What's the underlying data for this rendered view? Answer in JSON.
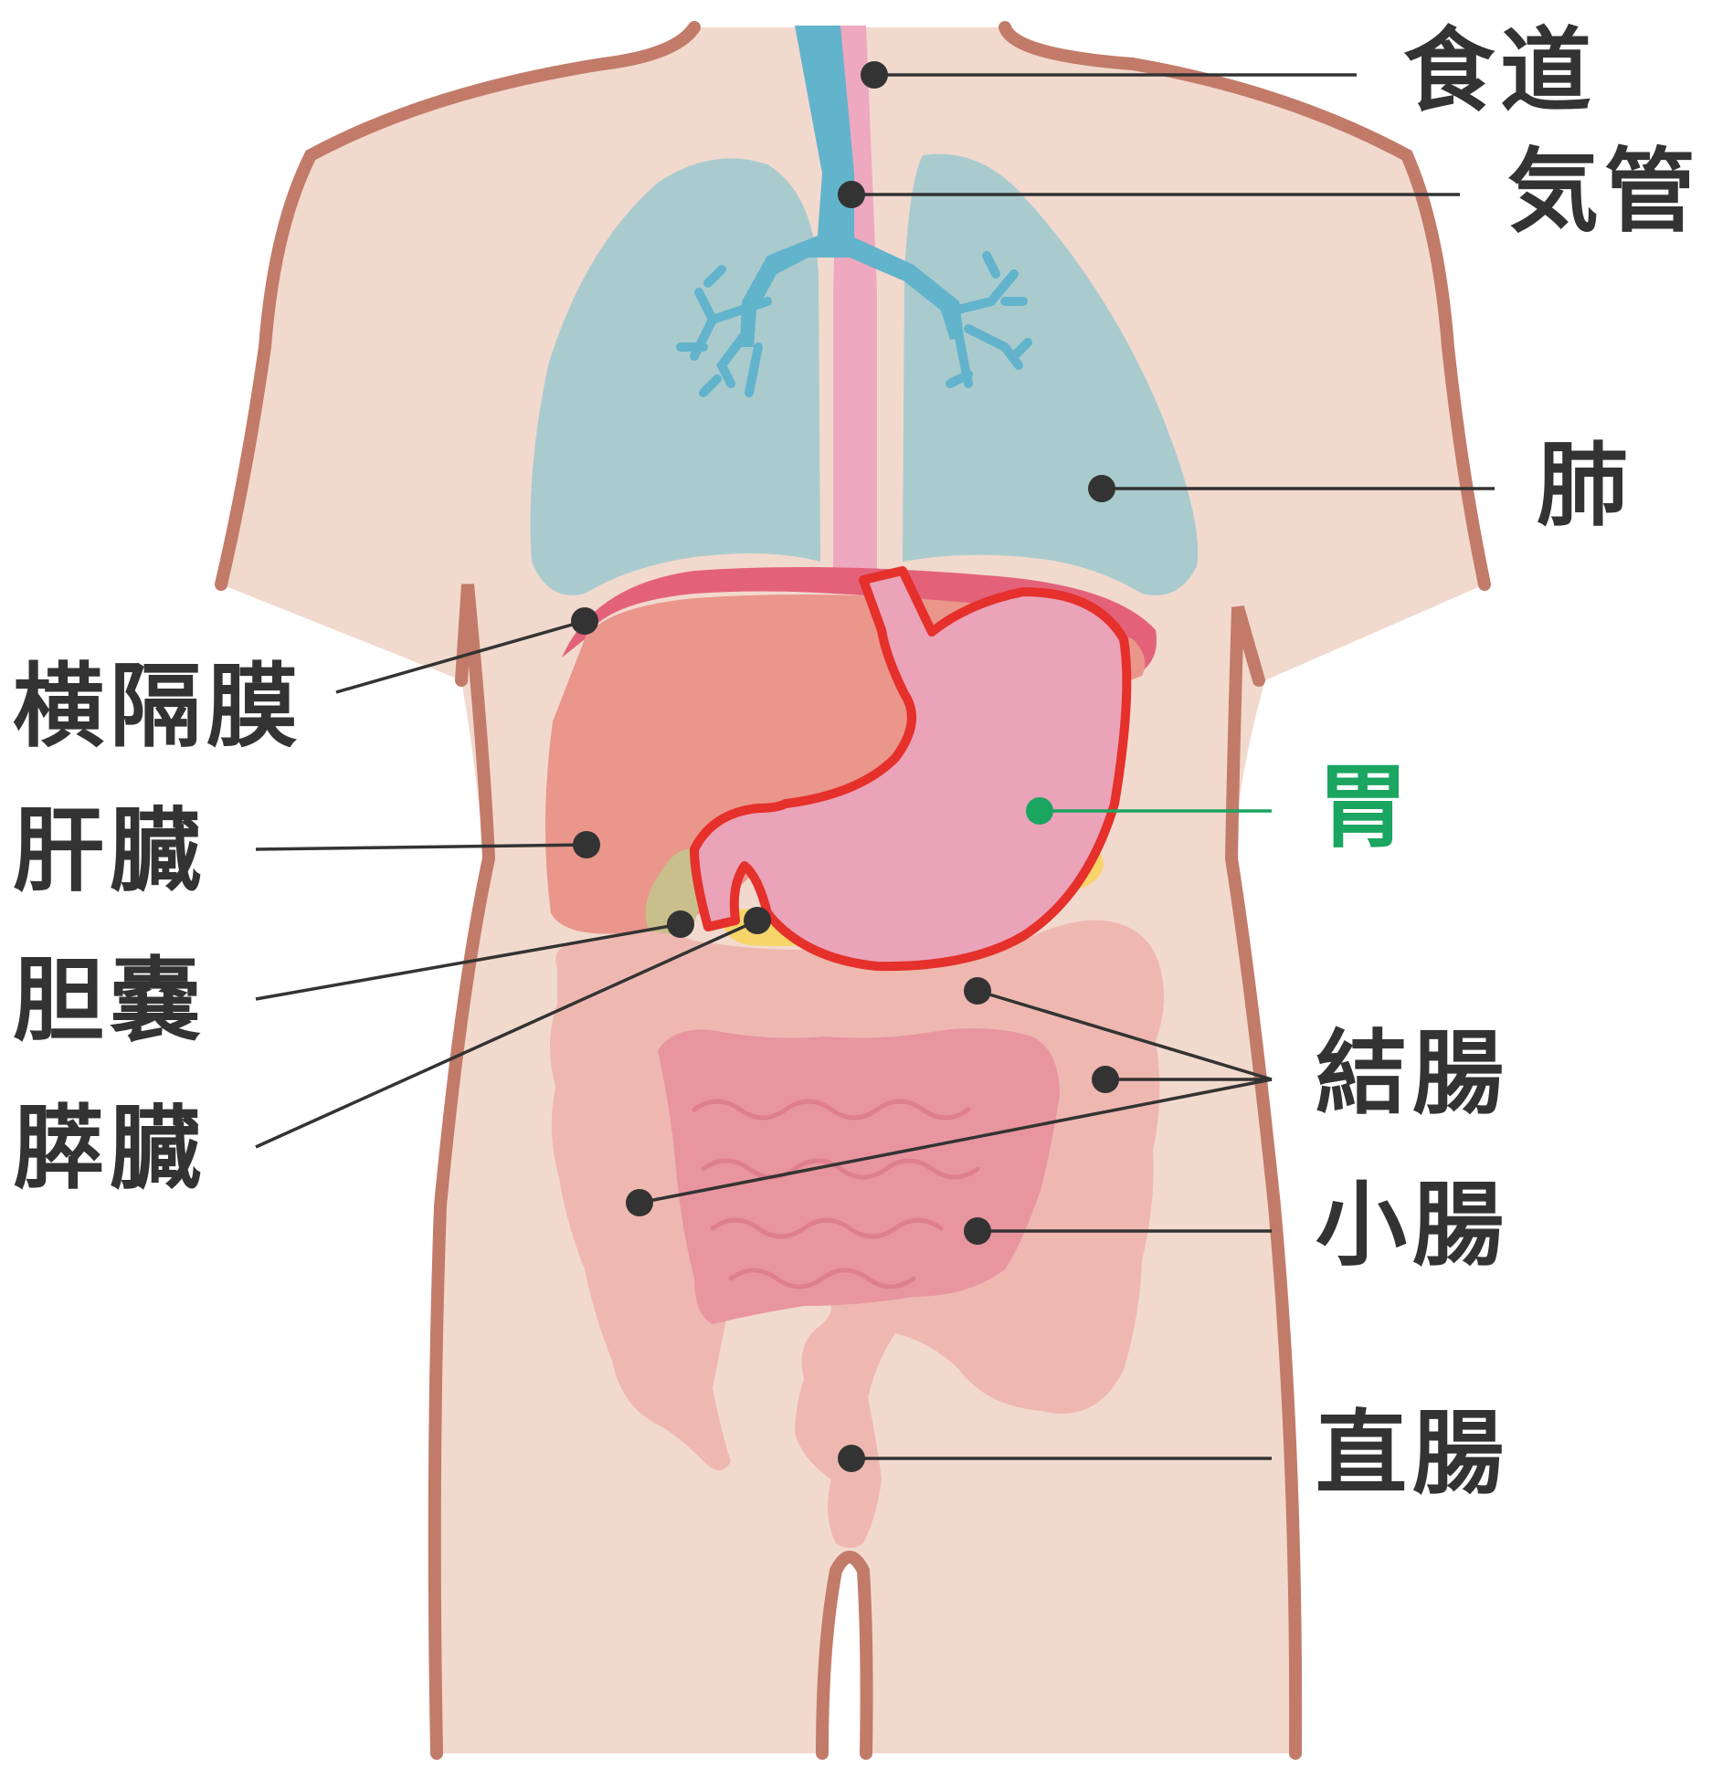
{
  "colors": {
    "skin": "#f2d9ce",
    "skin_outline": "#c27b69",
    "lung": "#aacbce",
    "trachea": "#62b3cc",
    "esophagus": "#eea8c0",
    "diaphragm": "#e3627a",
    "liver": "#ea968b",
    "gallbladder": "#c9bf8c",
    "pancreas": "#f7d56a",
    "stomach_fill": "#eaa3b8",
    "stomach_outline": "#e5302b",
    "colon": "#eeb8b0",
    "small_intestine": "#e8959f",
    "label_text": "#333333",
    "highlight": "#1aa560"
  },
  "icons": {
    "marker": "dot-icon"
  },
  "labels": {
    "esophagus": "食道",
    "trachea": "気管",
    "lung": "肺",
    "diaphragm": "横隔膜",
    "liver": "肝臓",
    "stomach": "胃",
    "gallbladder": "胆嚢",
    "pancreas": "膵臓",
    "colon": "結腸",
    "small_intestine": "小腸",
    "rectum": "直腸"
  },
  "highlighted_organ": "stomach"
}
